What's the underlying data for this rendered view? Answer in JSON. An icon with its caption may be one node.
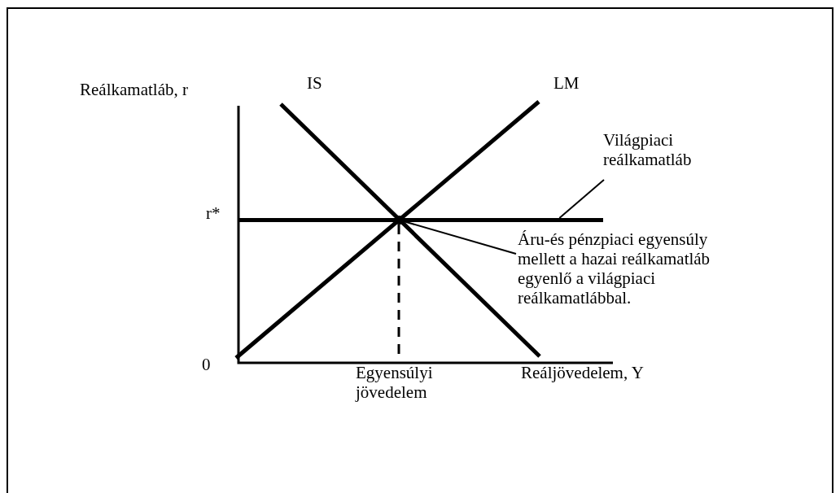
{
  "diagram": {
    "nodes": [
      {
        "text": [
          "Világpiaci reálkamatláb"
        ]
      },
      {
        "text": [
          "Áru-és pénzpiaci egyensúly mellett a hazai reálkamatláb egyenlő a világpiaci reálkamatlábbal."
        ]
      },
      {
        "text": [],
        "shape": "circle"
      },
      {
        "text": [],
        "shape": "bar"
      }
    ],
    "edges": [
      {
        "from": 0,
        "to": 3,
        "arrow": "none"
      },
      {
        "from": 1,
        "to": 2,
        "arrow": "none"
      }
    ],
    "labels": [
      "Reálkamatláb, r",
      "IS",
      "LM",
      "r*",
      "0",
      "Egyensúlyi jövedelem",
      "Reáljövedelem, Y"
    ]
  }
}
